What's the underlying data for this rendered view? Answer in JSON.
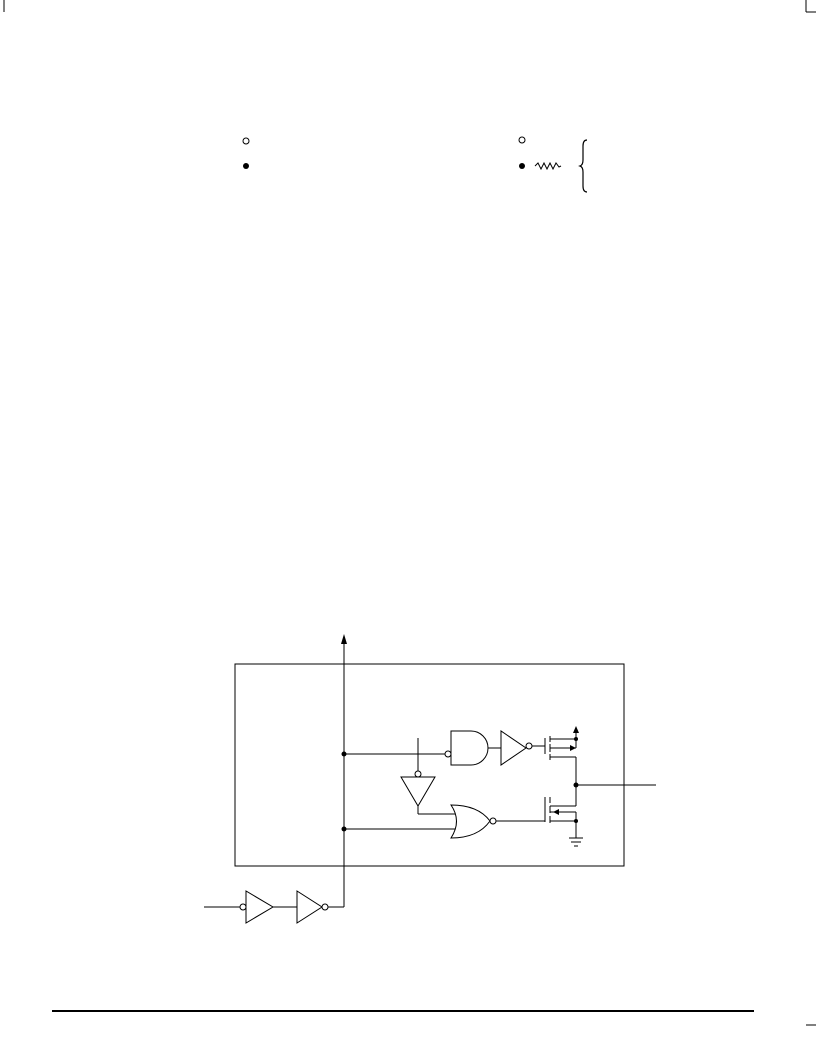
{
  "page": {
    "background": "#ffffff",
    "line_color": "#000000"
  },
  "legend": {
    "symbols": [
      "hollow-circle",
      "filled-circle",
      "hollow-circle",
      "filled-circle-with-resistor",
      "curly-brace"
    ]
  },
  "diagram": {
    "components": [
      "nand-gate",
      "nor-gate",
      "inverter",
      "buffer",
      "pmos-transistor",
      "nmos-transistor",
      "vcc-arrow",
      "ground"
    ]
  }
}
